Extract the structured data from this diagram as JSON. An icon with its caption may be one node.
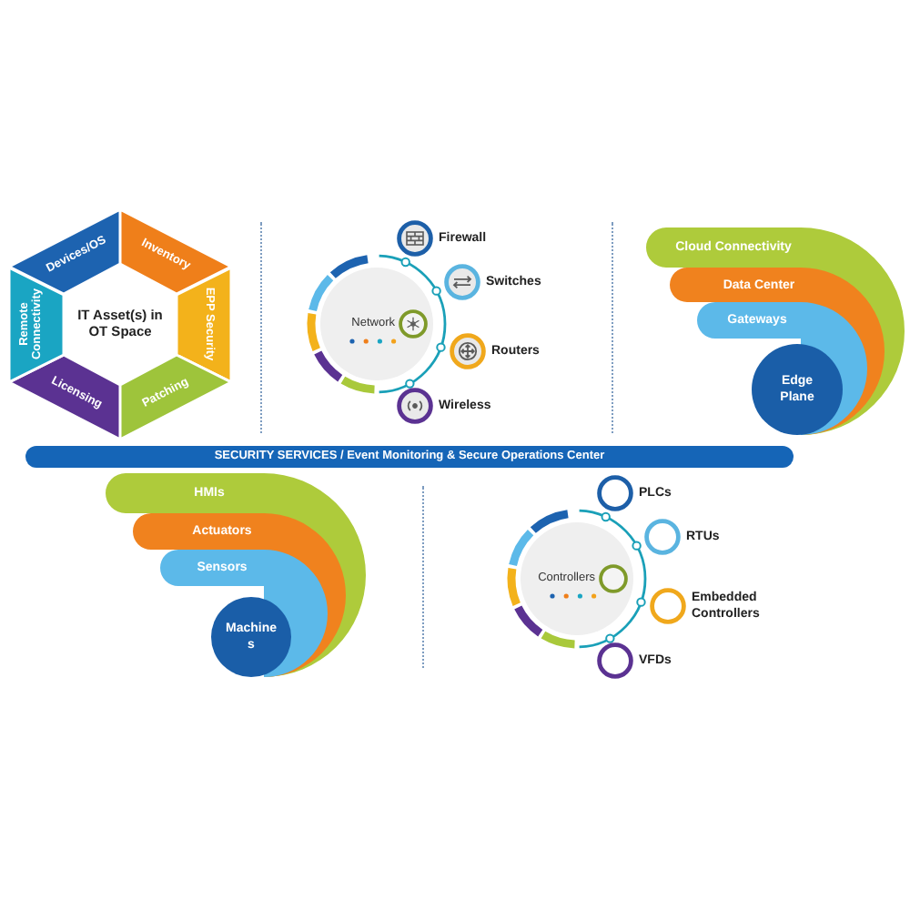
{
  "diagram": {
    "nodes": [
      {
        "text": [
          "IT Asset(s) in OT Space"
        ]
      },
      {
        "text": [
          "Devices/OS"
        ]
      },
      {
        "text": [
          "Inventory"
        ]
      },
      {
        "text": [
          "EPP Security"
        ]
      },
      {
        "text": [
          "Patching"
        ]
      },
      {
        "text": [
          "Licensing"
        ]
      },
      {
        "text": [
          "Remote Connectivity"
        ]
      },
      {
        "text": [
          "Network"
        ]
      },
      {
        "text": [
          "Cloud Connectivity"
        ]
      },
      {
        "text": [
          "Data Center"
        ],
        "in": 8
      },
      {
        "text": [
          "Gateways"
        ],
        "in": 9
      },
      {
        "text": [
          "Edge Plane"
        ],
        "in": 10
      },
      {
        "text": [
          "SECURITY SERVICES / Event Monitoring & Secure Operations Center"
        ]
      },
      {
        "text": [
          "HMIs"
        ]
      },
      {
        "text": [
          "Actuators"
        ],
        "in": 13
      },
      {
        "text": [
          "Sensors"
        ],
        "in": 14
      },
      {
        "text": [
          "Machine s"
        ],
        "in": 15
      },
      {
        "text": [
          "Controllers"
        ]
      }
    ],
    "labels": [
      "Firewall",
      "Switches",
      "Routers",
      "Wireless",
      "PLCs",
      "RTUs",
      "Embedded Controllers",
      "VFDs"
    ]
  }
}
